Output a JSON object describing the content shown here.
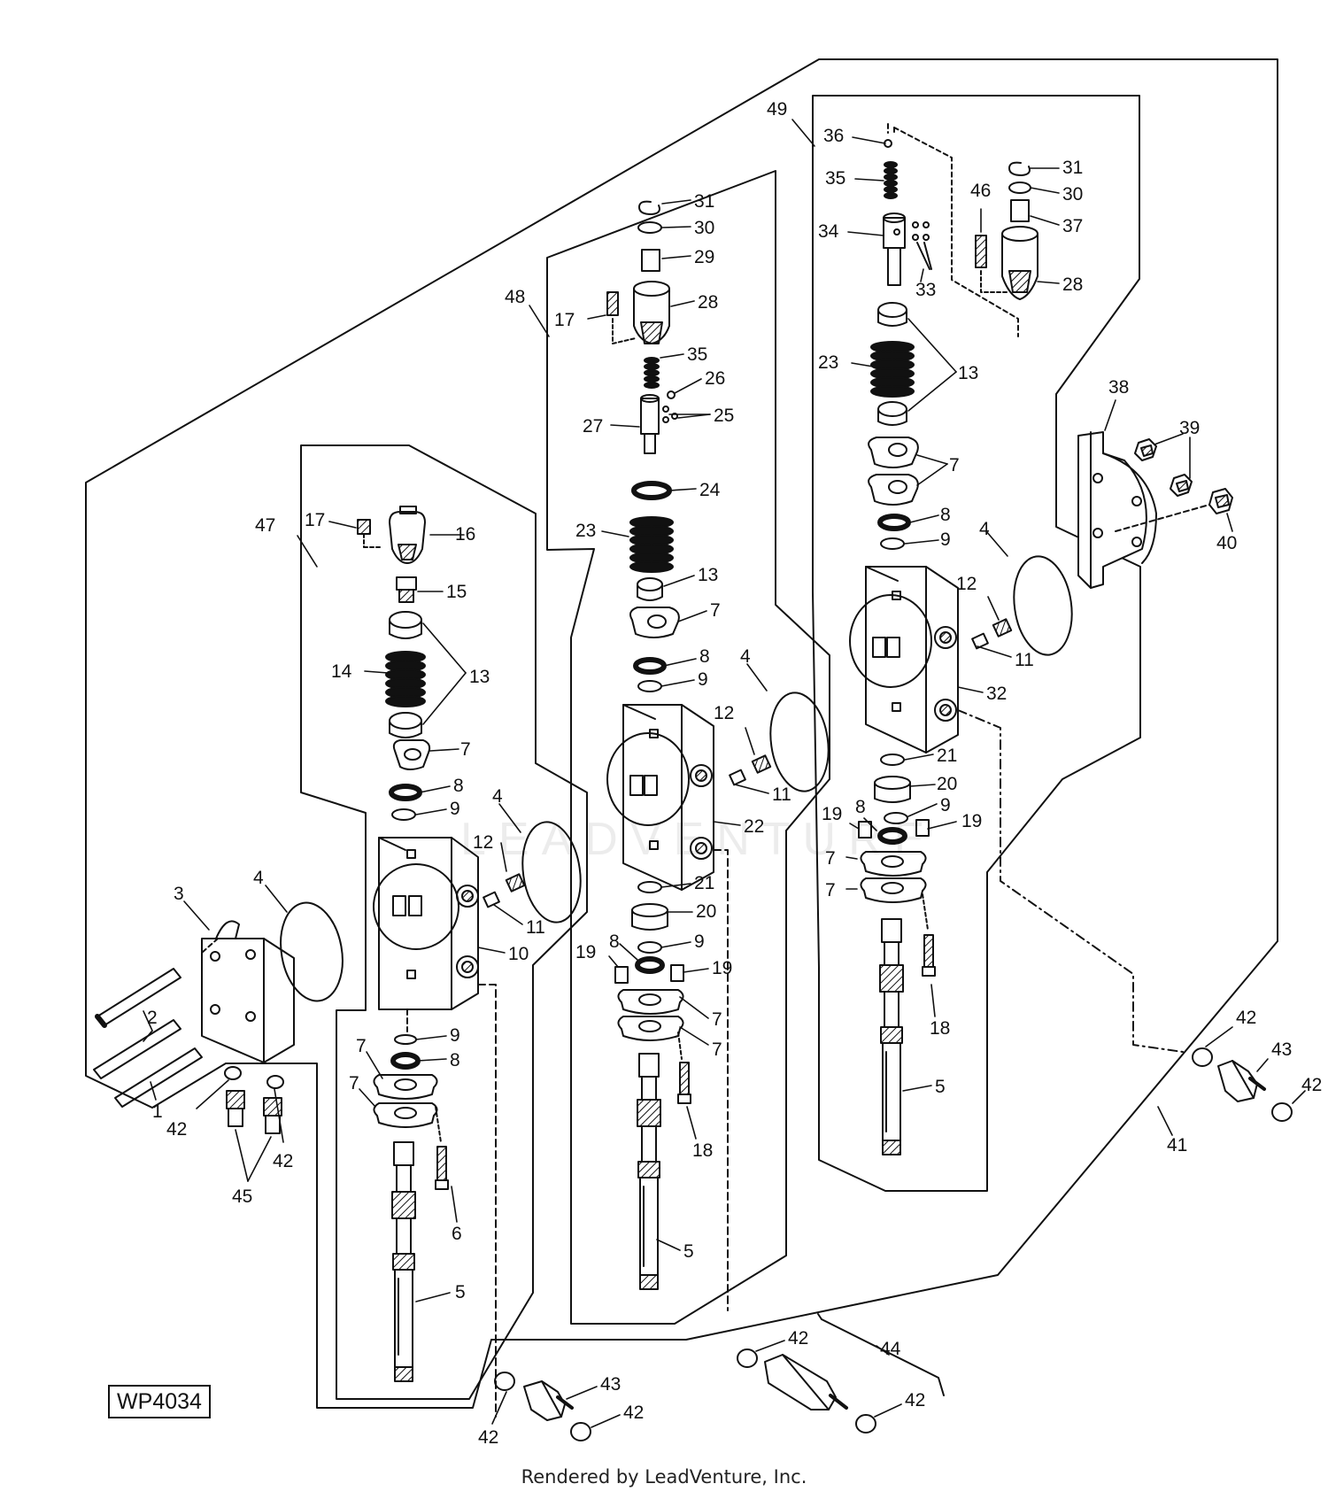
{
  "diagram": {
    "figure_code": "WP4034",
    "footer_text": "Rendered by LeadVenture, Inc.",
    "watermark_text": "LEADVENTURE",
    "callouts": {
      "c47": "47",
      "c48": "48",
      "c49": "49",
      "c41": "41",
      "a17": "17",
      "a16": "16",
      "a15": "15",
      "a14": "14",
      "a13": "13",
      "a7": "7",
      "a8": "8",
      "a9": "9",
      "a12": "12",
      "a11": "11",
      "a4": "4",
      "a10": "10",
      "b9": "9",
      "b8": "8",
      "b7a": "7",
      "b7b": "7",
      "a6": "6",
      "a5": "5",
      "s3": "3",
      "s4": "4",
      "s2": "2",
      "s1": "1",
      "s42a": "42",
      "s42b": "42",
      "s45": "45",
      "m31": "31",
      "m30": "30",
      "m29": "29",
      "m17": "17",
      "m28": "28",
      "m35": "35",
      "m26": "26",
      "m25": "25",
      "m27": "27",
      "m24": "24",
      "m23": "23",
      "m13": "13",
      "m7": "7",
      "m8": "8",
      "m9": "9",
      "m12": "12",
      "m4": "4",
      "m11": "11",
      "m22": "22",
      "m21": "21",
      "m20": "20",
      "m8b": "8",
      "m9b": "9",
      "m19a": "19",
      "m19b": "19",
      "m7b": "7",
      "m7c": "7",
      "m18": "18",
      "m5": "5",
      "r36": "36",
      "r35": "35",
      "r34": "34",
      "r33": "33",
      "r46": "46",
      "r31": "31",
      "r30": "30",
      "r37": "37",
      "r28": "28",
      "r23": "23",
      "r13": "13",
      "r7": "7",
      "r8": "8",
      "r9": "9",
      "r12": "12",
      "r4": "4",
      "r11": "11",
      "r32": "32",
      "r21": "21",
      "r20": "20",
      "r19a": "19",
      "r8b": "8",
      "r9b": "9",
      "r19b": "19",
      "r7b": "7",
      "r7c": "7",
      "r18": "18",
      "r5": "5",
      "e38": "38",
      "e39": "39",
      "e40": "40",
      "f42a": "42",
      "f43": "43",
      "f42b": "42",
      "g42a": "42",
      "g43": "43",
      "g42b": "42",
      "h42a": "42",
      "h44": "44",
      "h42b": "42"
    }
  }
}
